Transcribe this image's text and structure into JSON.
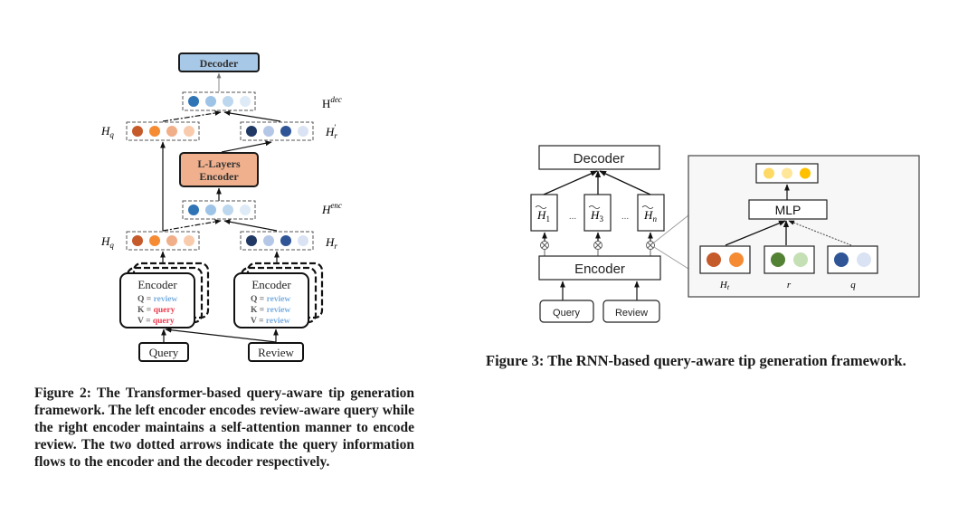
{
  "figure2": {
    "decoder_label": "Decoder",
    "l_layers_line1": "L-Layers",
    "l_layers_line2": "Encoder",
    "labels": {
      "h_dec": "H",
      "h_dec_sup": "dec",
      "h_enc": "H",
      "h_enc_sup": "enc",
      "h_q_top": "H",
      "h_q_top_sub": "q",
      "h_r_prime": "H",
      "h_r_prime_sub": "r",
      "h_q_bottom": "H",
      "h_q_bottom_sub": "q",
      "h_r": "H",
      "h_r_sub": "r"
    },
    "left_encoder": {
      "title": "Encoder",
      "rows": [
        {
          "key": "Q = ",
          "value": "review",
          "color": "#7aaee0"
        },
        {
          "key": "K = ",
          "value": "query",
          "color": "#ee3b4f"
        },
        {
          "key": "V = ",
          "value": "query",
          "color": "#ee3b4f"
        }
      ]
    },
    "right_encoder": {
      "title": "Encoder",
      "rows": [
        {
          "key": "Q = ",
          "value": "review",
          "color": "#7aaee0"
        },
        {
          "key": "K = ",
          "value": "review",
          "color": "#7aaee0"
        },
        {
          "key": "V = ",
          "value": "review",
          "color": "#7aaee0"
        }
      ]
    },
    "query_label": "Query",
    "review_label": "Review",
    "colors": {
      "decoder_fill": "#a7c8e6",
      "l_layers_fill": "#f0b08e",
      "dec_dots": [
        "#2f74b5",
        "#9dc3e6",
        "#bdd7ee",
        "#deebf7"
      ],
      "enc_dots": [
        "#2f74b5",
        "#9dc3e6",
        "#bdd7ee",
        "#deebf7"
      ],
      "hq_dots": [
        "#c55a2b",
        "#f58b33",
        "#f0ae89",
        "#f8cbad"
      ],
      "hr_dots": [
        "#1f3864",
        "#b4c7e7",
        "#2f5597",
        "#dae3f3"
      ]
    },
    "caption": "Figure 2: The Transformer-based query-aware tip generation framework. The left encoder encodes review-aware query while the right encoder maintains a self-attention manner to encode review. The two dotted arrows indicate the query information flows to the encoder and the decoder respectively."
  },
  "figure3": {
    "decoder_label": "Decoder",
    "encoder_label": "Encoder",
    "query_label": "Query",
    "review_label": "Review",
    "hidden_states": [
      {
        "base": "H",
        "sub": "1"
      },
      {
        "base": "H",
        "sub": "3"
      },
      {
        "base": "H",
        "sub": "n"
      }
    ],
    "ellipsis": "...",
    "mlp_label": "MLP",
    "inputs": [
      {
        "label": "H",
        "sub": "t",
        "colors": [
          "#c55a2b",
          "#f58b33"
        ]
      },
      {
        "label": "r",
        "sub": "",
        "colors": [
          "#548235",
          "#c5e0b4"
        ]
      },
      {
        "label": "q",
        "sub": "",
        "colors": [
          "#2f5597",
          "#dae3f3"
        ]
      }
    ],
    "output_dots": [
      "#ffd966",
      "#ffe699",
      "#ffc000"
    ],
    "panel_fill": "#f7f7f7",
    "caption": "Figure 3: The RNN-based query-aware tip generation framework."
  }
}
